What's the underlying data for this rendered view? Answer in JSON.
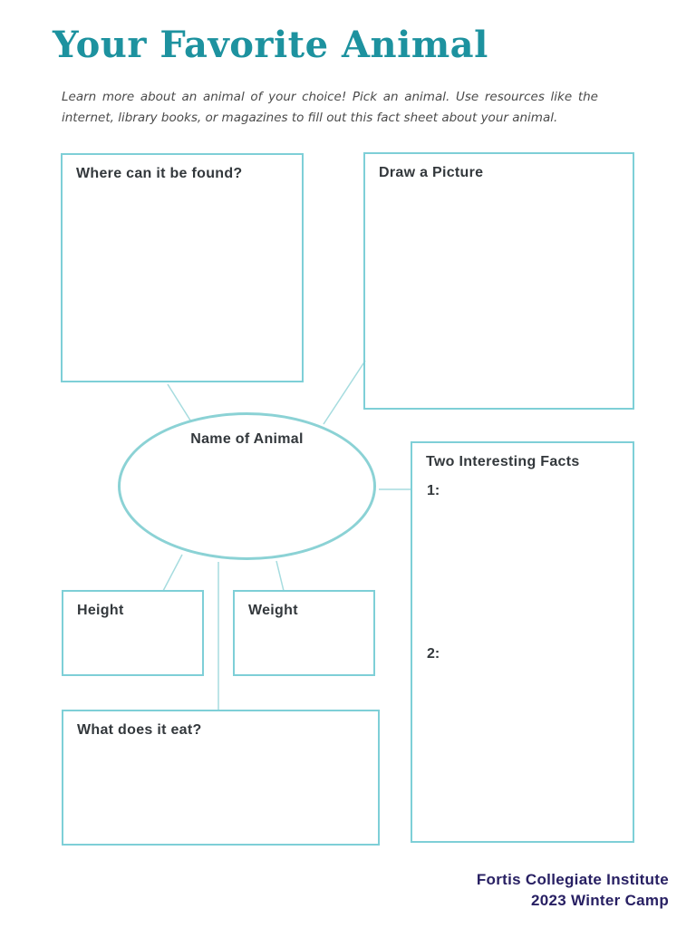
{
  "page": {
    "title": "Your Favorite Animal",
    "description": "Learn more about an animal of your choice! Pick an animal. Use resources like the internet, library books, or magazines to fill out this fact sheet about your animal."
  },
  "diagram": {
    "center": {
      "label": "Name of Animal"
    },
    "boxes": {
      "found": {
        "label": "Where can it be found?"
      },
      "draw": {
        "label": "Draw a Picture"
      },
      "facts": {
        "label": "Two Interesting Facts",
        "item1": "1:",
        "item2": "2:"
      },
      "height": {
        "label": "Height"
      },
      "weight": {
        "label": "Weight"
      },
      "eat": {
        "label": "What does it eat?"
      }
    }
  },
  "footer": {
    "line1": "Fortis Collegiate Institute",
    "line2": "2023 Winter Camp"
  },
  "colors": {
    "title_teal": "#1d929f",
    "box_border": "#7ecfd7",
    "ellipse_border": "#8bd2d5",
    "connector_line": "#a6dcdf",
    "label_text": "#33383c",
    "footer_navy": "#282063"
  }
}
